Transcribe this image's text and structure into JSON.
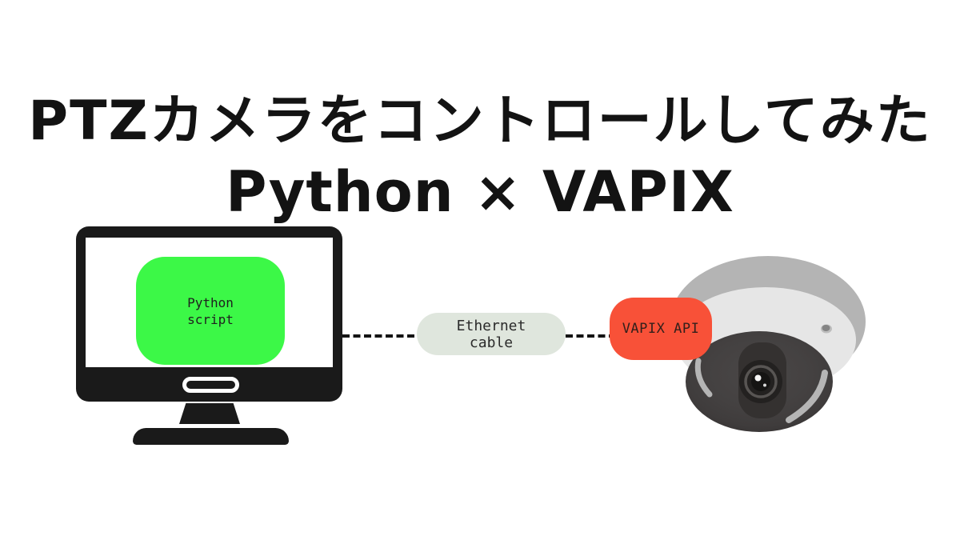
{
  "title": {
    "line1": "PTZカメラをコントロールしてみた",
    "line2": "Python × VAPIX"
  },
  "diagram": {
    "computer": {
      "label_line1": "Python",
      "label_line2": "script"
    },
    "cable": {
      "label_line1": "Ethernet",
      "label_line2": "cable"
    },
    "api": {
      "label": "VAPIX API"
    }
  },
  "icons": {
    "computer": "computer-monitor-illustration",
    "camera": "dome-camera-illustration"
  },
  "colors": {
    "title_text": "#131313",
    "monitor_body": "#1a1a1a",
    "script_node_fill": "#3cf847",
    "cable_node_fill": "#dfe6dd",
    "api_node_fill": "#f85138",
    "api_node_text": "#33201b",
    "camera_mount_gray": "#b4b4b4",
    "camera_mount_light": "#e6e6e6",
    "camera_dome_dark": "#3e3b3a",
    "dash_line": "#141414"
  }
}
